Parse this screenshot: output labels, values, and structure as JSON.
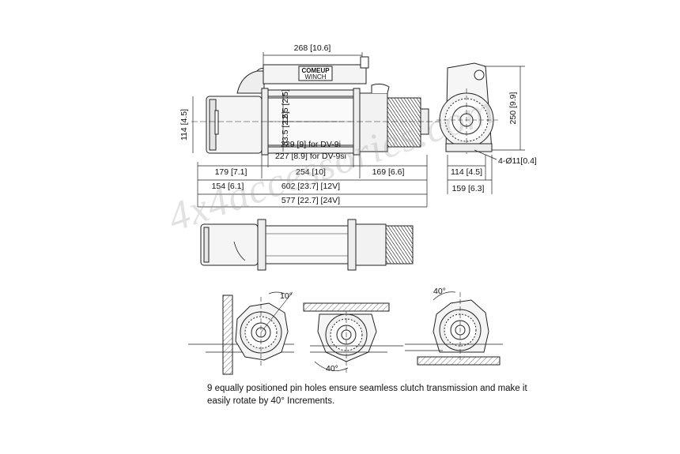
{
  "brand": {
    "line1": "COMEUP",
    "line2": "WINCH"
  },
  "dimensions": {
    "top_width": "268 [10.6]",
    "height_left": "114 [4.5]",
    "gap_upper": "12.5 [2.5]",
    "drum_dia": "63.5 [2.5]",
    "dv9i": "229 [9] for DV-9i",
    "dv9si": "227 [8.9] for DV-9si",
    "motor_len": "179 [7.1]",
    "drum_len": "254 [10]",
    "gear_len": "169 [6.6]",
    "motor_len_b": "154 [6.1]",
    "total_12v": "602 [23.7] [12V]",
    "total_24v": "577 [22.7] [24V]",
    "side_height": "250 [9.9]",
    "bolt_holes": "4-Ø11[0.4]",
    "mount_width": "114 [4.5]",
    "side_width": "159 [6.3]"
  },
  "angles": {
    "a1": "10°",
    "a2": "40°",
    "a3": "40°"
  },
  "caption": "9 equally positioned pin holes ensure seamless clutch transmission and make it easily rotate by 40° Increments.",
  "watermark": "4x4accessories.com"
}
